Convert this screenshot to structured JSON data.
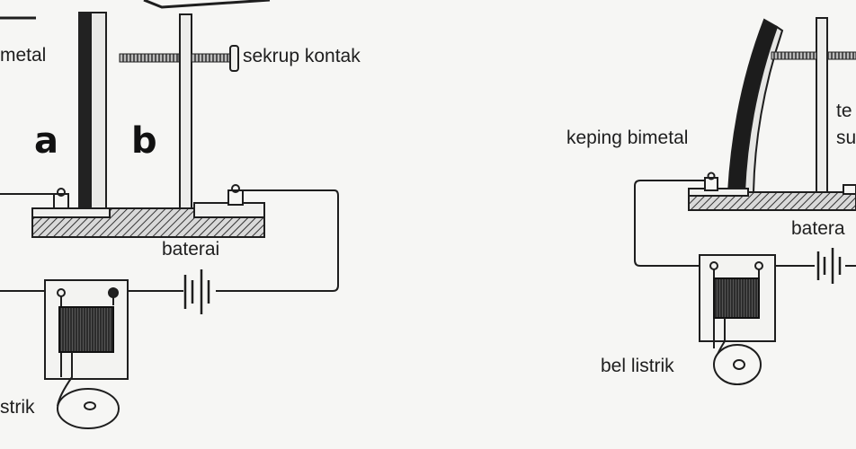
{
  "left_diagram": {
    "label_bimetal": "metal",
    "label_screw": "sekrup kontak",
    "label_a": "a",
    "label_b": "b",
    "label_battery": "baterai",
    "label_bell": "strik"
  },
  "right_diagram": {
    "label_bimetal": "keping bimetal",
    "label_te": "te",
    "label_su": "su",
    "label_battery": "batera",
    "label_bell": "bel listrik"
  },
  "colors": {
    "ink": "#1e1e1e",
    "paper": "#f6f6f4"
  }
}
